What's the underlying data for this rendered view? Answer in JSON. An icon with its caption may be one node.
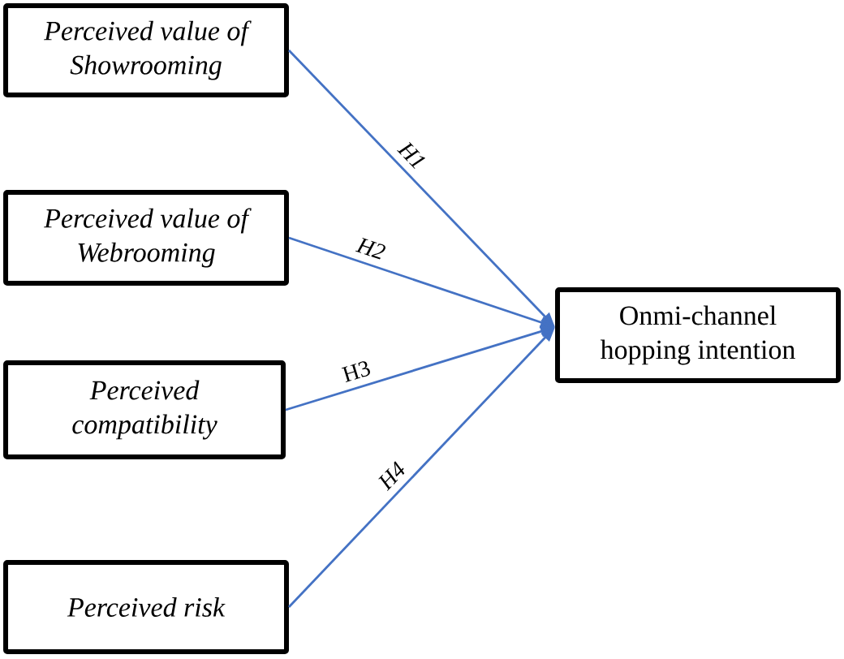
{
  "diagram": {
    "nodes": [
      {
        "text": [
          "Perceived value of Showrooming"
        ]
      },
      {
        "text": [
          "Perceived value of Webrooming"
        ]
      },
      {
        "text": [
          "Perceived compatibility"
        ]
      },
      {
        "text": [
          "Perceived risk"
        ]
      },
      {
        "text": [
          "Onmi-channel hopping intention"
        ]
      }
    ],
    "edges": [
      {
        "from": 0,
        "to": 4,
        "arrow": "to",
        "label": "H1"
      },
      {
        "from": 1,
        "to": 4,
        "arrow": "to",
        "label": "H2"
      },
      {
        "from": 2,
        "to": 4,
        "arrow": "to",
        "label": "H3"
      },
      {
        "from": 3,
        "to": 4,
        "arrow": "to",
        "label": "H4"
      }
    ]
  }
}
